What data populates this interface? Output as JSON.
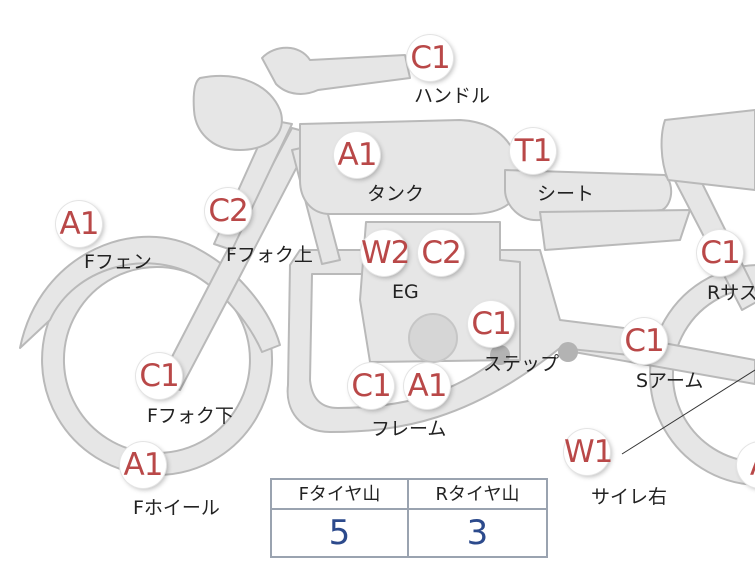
{
  "colors": {
    "part_fill": "#e6e6e6",
    "part_stroke": "#b9b9b9",
    "mark_text": "#b94848",
    "table_value_text": "#2c4a8c",
    "table_border": "#9aa3b0"
  },
  "marks": {
    "handle": "C1",
    "tank": "A1",
    "seat": "T1",
    "fork_upper": "C2",
    "front_fender": "A1",
    "engine_w": "W2",
    "engine_c": "C2",
    "rear_sus": "C1",
    "step": "C1",
    "swing_arm": "C1",
    "front_fork_lower": "C1",
    "frame_c": "C1",
    "frame_a": "A1",
    "front_wheel": "A1",
    "side_right": "W1",
    "rear_right_partial": "A"
  },
  "labels": {
    "handle": "ハンドル",
    "tank": "タンク",
    "seat": "シート",
    "fork_upper": "Fフォク上",
    "front_fender": "Fフェン",
    "engine": "EG",
    "rear_sus": "Rサス",
    "step": "ステップ",
    "swing_arm": "Sアーム",
    "front_fork_lower": "Fフォク下",
    "frame": "フレーム",
    "front_wheel": "Fホイール",
    "side_right": "サイレ右"
  },
  "tire_table": {
    "headers": [
      "Fタイヤ山",
      "Rタイヤ山"
    ],
    "values": [
      "5",
      "3"
    ]
  }
}
